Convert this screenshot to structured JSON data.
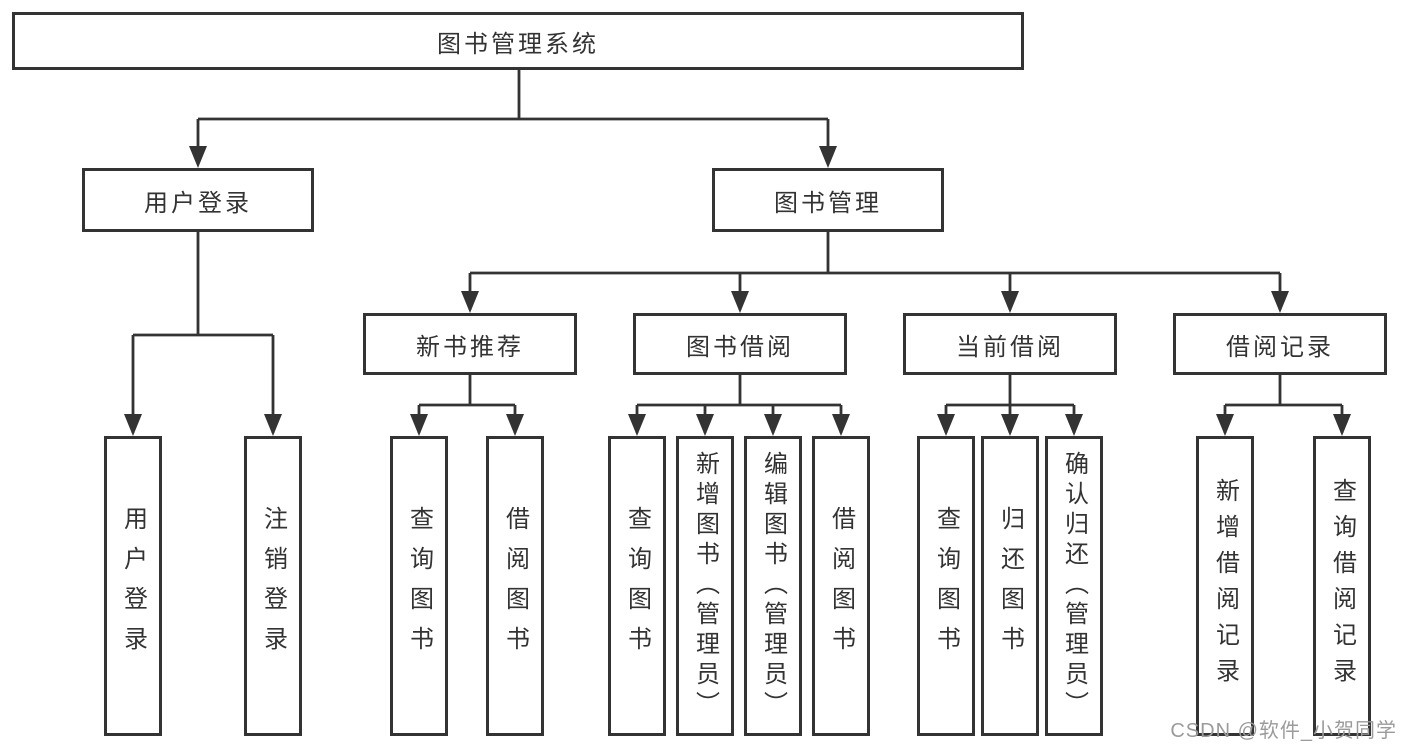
{
  "diagram": {
    "root": {
      "label": "图书管理系统"
    },
    "branches": [
      {
        "label": "用户登录"
      },
      {
        "label": "图书管理"
      }
    ],
    "modules": [
      {
        "label": "新书推荐"
      },
      {
        "label": "图书借阅"
      },
      {
        "label": "当前借阅"
      },
      {
        "label": "借阅记录"
      }
    ],
    "functions": {
      "login": [
        {
          "label": "用户登录"
        },
        {
          "label": "注销登录"
        }
      ],
      "recommend": [
        {
          "label": "查询图书"
        },
        {
          "label": "借阅图书"
        }
      ],
      "borrow": [
        {
          "label": "查询图书"
        },
        {
          "label": "新增图书（管理员）"
        },
        {
          "label": "编辑图书（管理员）"
        },
        {
          "label": "借阅图书"
        }
      ],
      "current": [
        {
          "label": "查询图书"
        },
        {
          "label": "归还图书"
        },
        {
          "label": "确认归还（管理员）"
        }
      ],
      "records": [
        {
          "label": "新增借阅记录"
        },
        {
          "label": "查询借阅记录"
        }
      ]
    },
    "watermark": "CSDN @软件_小贺同学",
    "colors": {
      "line": "#333333",
      "text": "#333333",
      "watermark": "#9b9b9b",
      "background": "#ffffff"
    }
  }
}
